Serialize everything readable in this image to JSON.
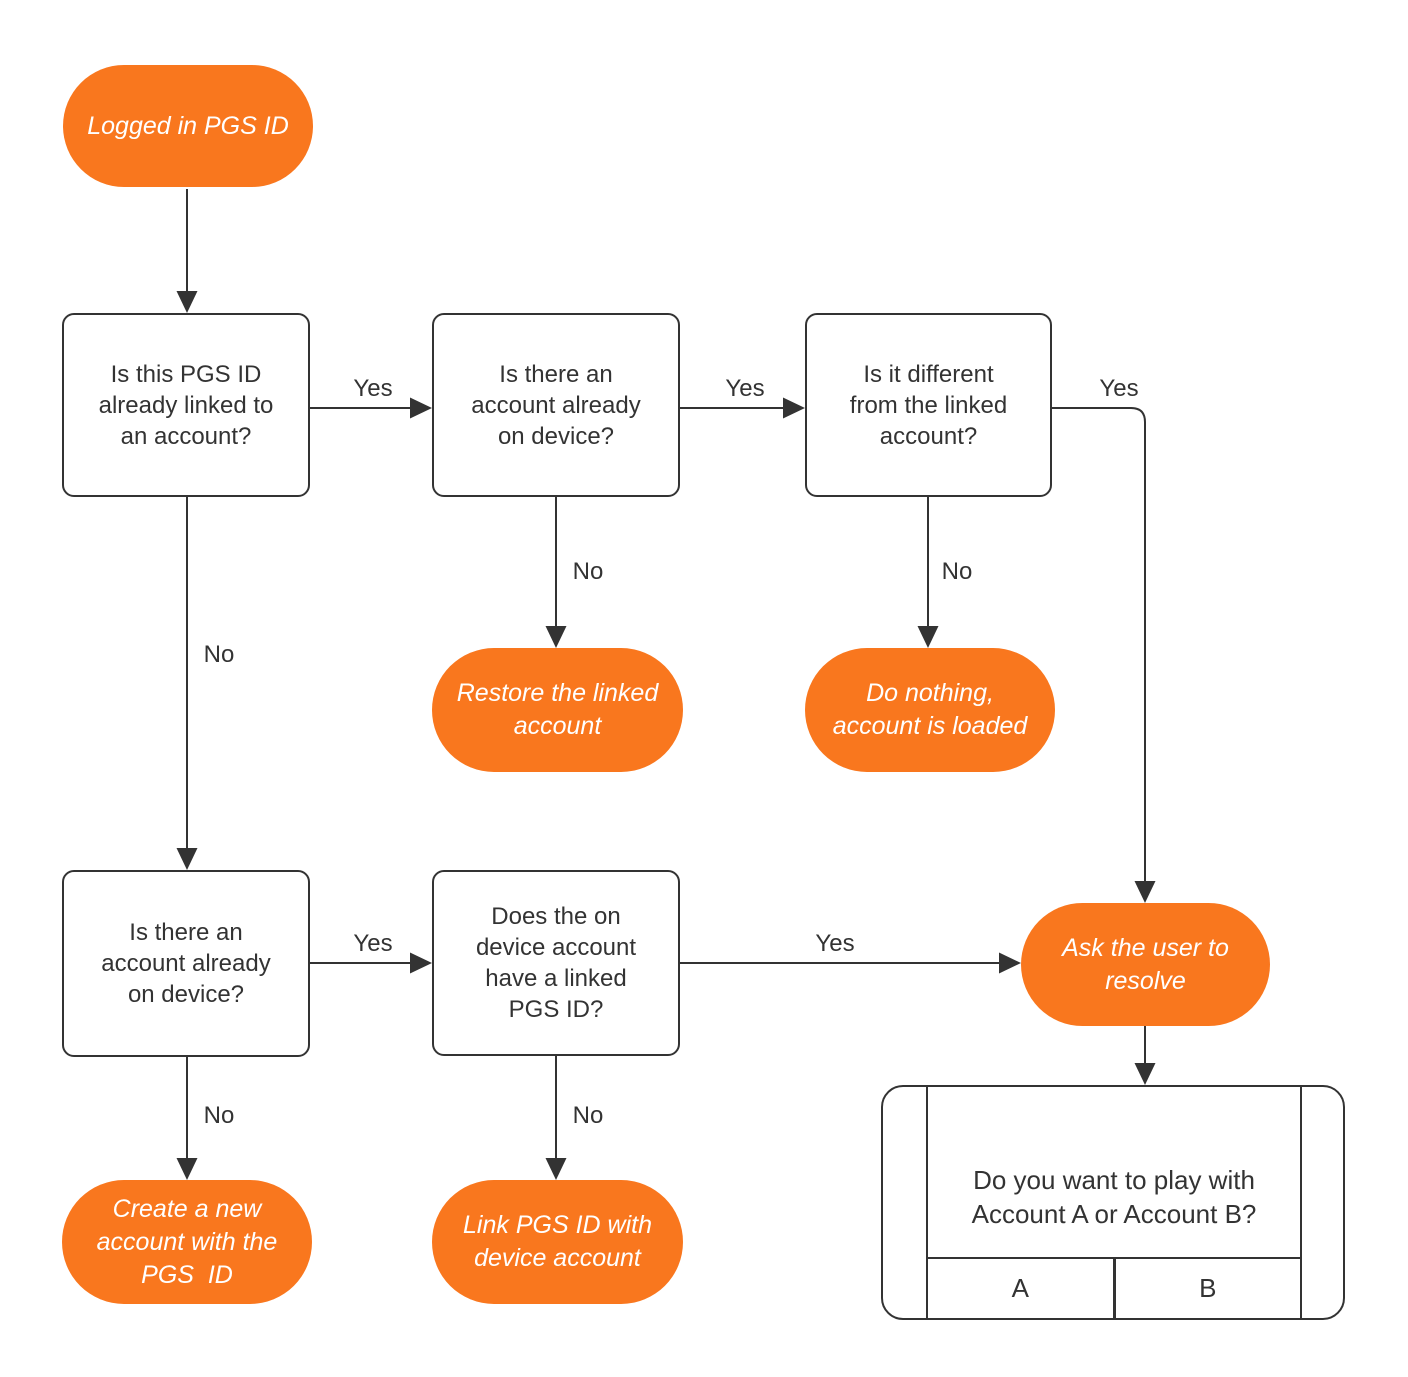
{
  "colors": {
    "accent_orange": "#F9771E",
    "line_dark": "#333333",
    "node_fill": "#FFFFFF",
    "pill_text": "#FFFFFF",
    "canvas_bg": "#FFFFFF"
  },
  "nodes": {
    "logged_in_pgs_id": {
      "label": "Logged in PGS ID"
    },
    "is_pgs_id_linked": {
      "label": "Is this PGS ID\nalready linked to\nan account?"
    },
    "is_account_on_device_1": {
      "label": "Is there an\naccount already\non device?"
    },
    "is_it_different": {
      "label": "Is it different\nfrom the linked\naccount?"
    },
    "restore_linked_account": {
      "label": "Restore the linked\naccount"
    },
    "do_nothing_account_loaded": {
      "label": "Do nothing,\naccount is loaded"
    },
    "is_account_on_device_2": {
      "label": "Is there an\naccount already\non device?"
    },
    "does_device_account_have_pgs_id": {
      "label": "Does the on\ndevice account\nhave a linked\nPGS ID?"
    },
    "ask_user_to_resolve": {
      "label": "Ask the user to\nresolve"
    },
    "create_new_account": {
      "label": "Create a new\naccount with the\nPGS  ID"
    },
    "link_pgs_id_with_device_account": {
      "label": "Link PGS ID with\ndevice account"
    }
  },
  "edge_labels": {
    "linked_yes": "Yes",
    "device1_yes": "Yes",
    "different_yes": "Yes",
    "device2_yes": "Yes",
    "pgs_have_yes": "Yes",
    "device1_no": "No",
    "different_no": "No",
    "linked_no": "No",
    "device2_no": "No",
    "pgs_have_no": "No"
  },
  "dialog": {
    "question": "Do you want to play with\nAccount A or Account B?",
    "button_a": "A",
    "button_b": "B"
  }
}
